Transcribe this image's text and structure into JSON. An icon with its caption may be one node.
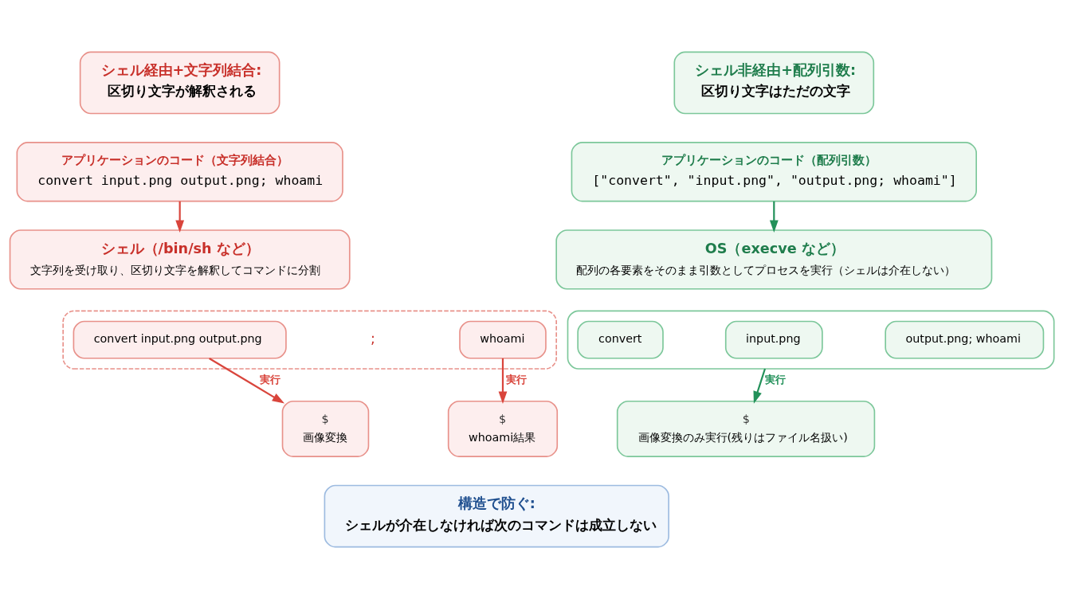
{
  "diagram": {
    "nodes": [
      {
        "text": [
          "シェル経由+文字列結合:",
          "区切り文字が解釈される"
        ]
      },
      {
        "text": [
          "シェル非経由+配列引数:",
          "区切り文字はただの文字"
        ]
      },
      {
        "text": [
          "アプリケーションのコード（文字列結合）",
          "convert input.png output.png; whoami"
        ]
      },
      {
        "text": [
          "シェル（/bin/sh など）",
          "文字列を受け取り、区切り文字を解釈してコマンドに分割"
        ]
      },
      {
        "text": [],
        "shape": "box"
      },
      {
        "text": [
          "convert input.png output.png"
        ],
        "in": 4
      },
      {
        "text": [
          "whoami"
        ],
        "in": 4
      },
      {
        "text": [
          "$",
          "画像変換"
        ]
      },
      {
        "text": [
          "$",
          "whoami結果"
        ]
      },
      {
        "text": [
          "アプリケーションのコード（配列引数）",
          "[\"convert\", \"input.png\", \"output.png; whoami\"]"
        ]
      },
      {
        "text": [
          "OS（execve など）",
          "配列の各要素をそのまま引数としてプロセスを実行（シェルは介在しない）"
        ]
      },
      {
        "text": [],
        "shape": "box"
      },
      {
        "text": [
          "convert"
        ],
        "in": 11
      },
      {
        "text": [
          "input.png"
        ],
        "in": 11
      },
      {
        "text": [
          "output.png; whoami"
        ],
        "in": 11
      },
      {
        "text": [
          "$",
          "画像変換のみ実行(残りはファイル名扱い)"
        ]
      },
      {
        "text": [
          "構造で防ぐ:",
          "シェルが介在しなければ次のコマンドは成立しない"
        ]
      }
    ],
    "edges": [
      {
        "from": 2,
        "to": 3,
        "arrow": "to"
      },
      {
        "from": 5,
        "to": 7,
        "arrow": "to",
        "label": "実行"
      },
      {
        "from": 6,
        "to": 8,
        "arrow": "to",
        "label": "実行"
      },
      {
        "from": 9,
        "to": 10,
        "arrow": "to",
        "color": "#23915a"
      },
      {
        "from": 11,
        "to": 15,
        "arrow": "to",
        "label": "実行",
        "color": "#23915a"
      }
    ],
    "labels": [
      ";"
    ]
  }
}
